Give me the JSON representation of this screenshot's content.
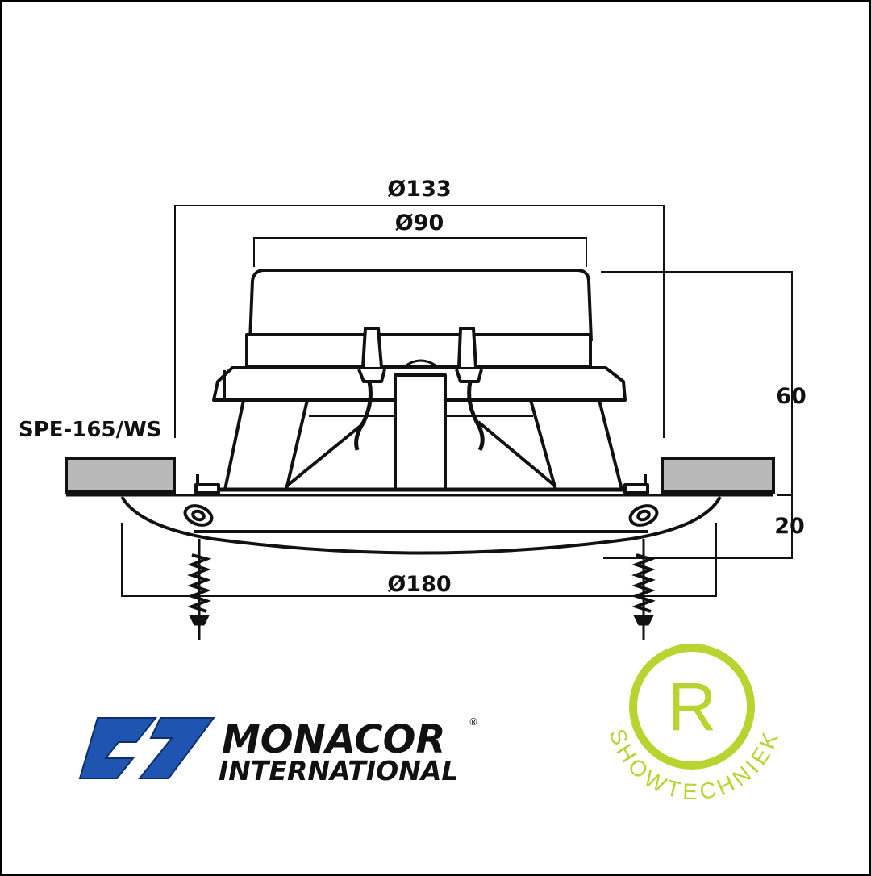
{
  "diagram": {
    "model_label": "SPE-165/WS",
    "dimensions": {
      "outer_diameter": "Ø133",
      "top_diameter": "Ø90",
      "height": "60",
      "grille_depth": "20",
      "grille_diameter": "Ø180"
    }
  },
  "logos": {
    "monacor": {
      "line1": "MONACOR",
      "line2": "INTERNATIONAL",
      "registered": "®",
      "color": "#1f55b0"
    },
    "showtechniek": {
      "letter": "R",
      "ring_text": "SHOWTECHNIEK",
      "color": "#b8d430"
    }
  }
}
